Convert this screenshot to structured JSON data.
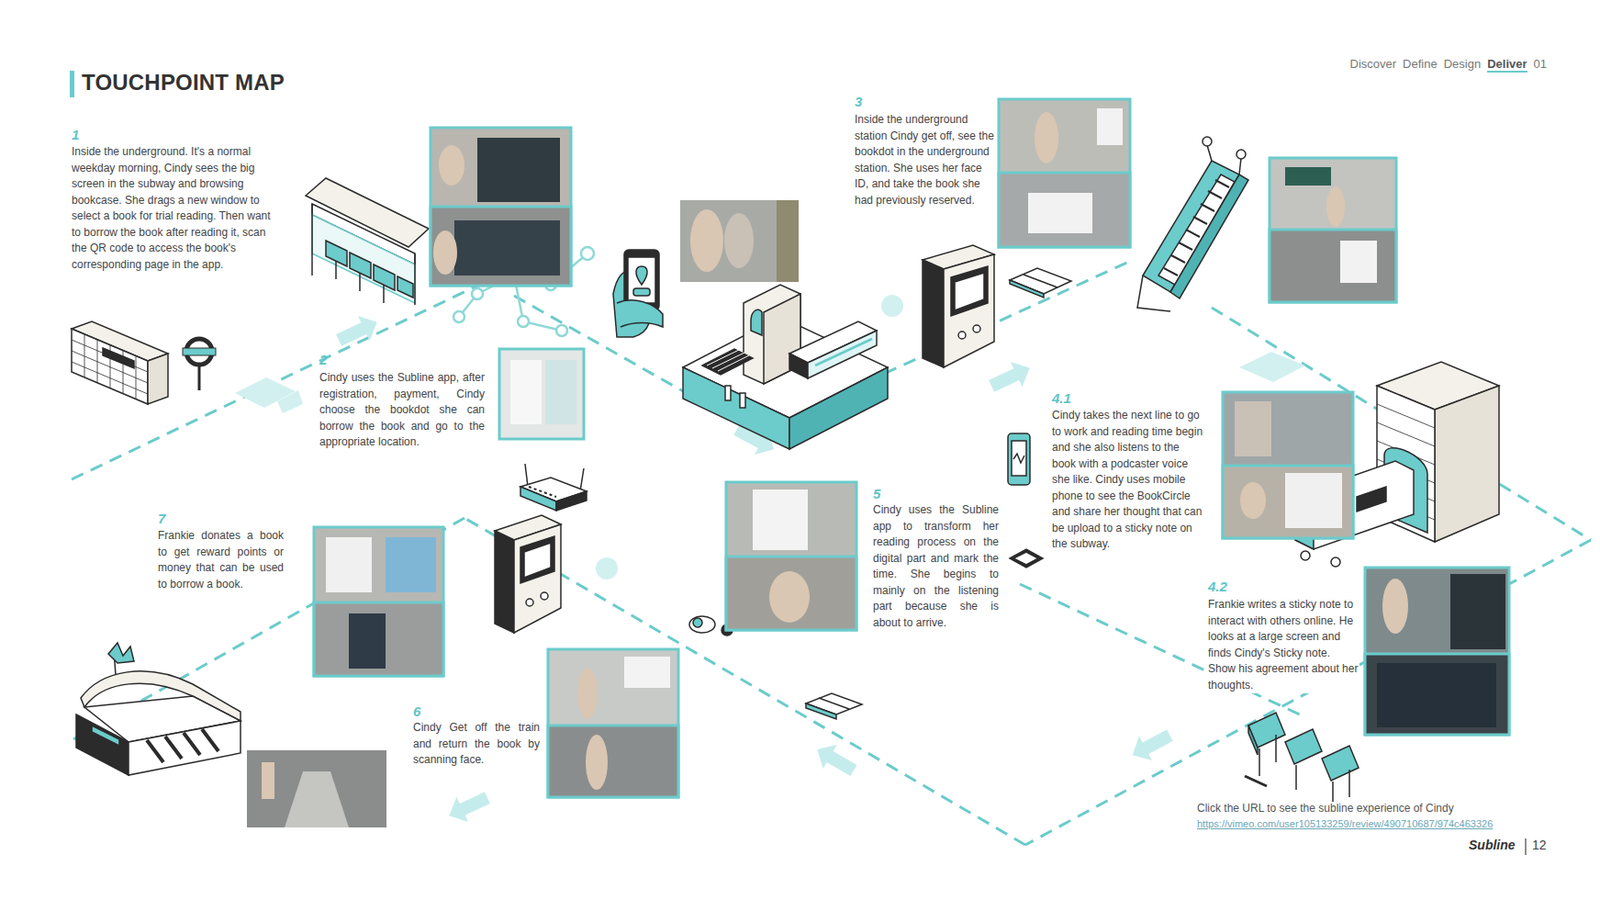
{
  "diagram": {
    "title": "TOUCHPOINT MAP",
    "labels": [
      "Discover",
      "Define",
      "Design",
      "Deliver",
      "01",
      "1",
      "Inside the underground. It's a normal weekday morning, Cindy sees the big screen in the subway and browsing bookcase. She drags a new window to select a book for trial reading. Then want to borrow the book after reading it, scan the QR code to access the book's corresponding page in the app.",
      "2",
      "Cindy uses the Subline app, after registration, payment, Cindy choose the bookdot she can borrow the book and go to the appropriate location.",
      "3",
      "Inside the underground station Cindy get off, see the bookdot in the underground station. She uses her face ID, and take the book she had previously reserved.",
      "4.1",
      "Cindy takes the next line to go to work and reading time begin and she also listens to the book with a podcaster voice she like. Cindy uses mobile phone to see the BookCircle and share her thought that can be upload to a sticky note on the subway.",
      "4.2",
      "Frankie writes a sticky note to interact with others online. He looks at a large screen and finds Cindy's Sticky note. Show his agreement about her thoughts.",
      "5",
      "Cindy uses the Subline app to transform her reading process on the digital part and mark the time. She begins to mainly on the listening part because she is about to arrive.",
      "6",
      "Cindy Get off the train and return the book by scanning face.",
      "7",
      "Frankie donates a book to get reward points or money that can be used to borrow a book.",
      "Click the URL to see the subline experience of Cindy",
      "https://vimeo.com/user105133259/review/490710687/974c463326",
      "Subline",
      "12"
    ]
  }
}
